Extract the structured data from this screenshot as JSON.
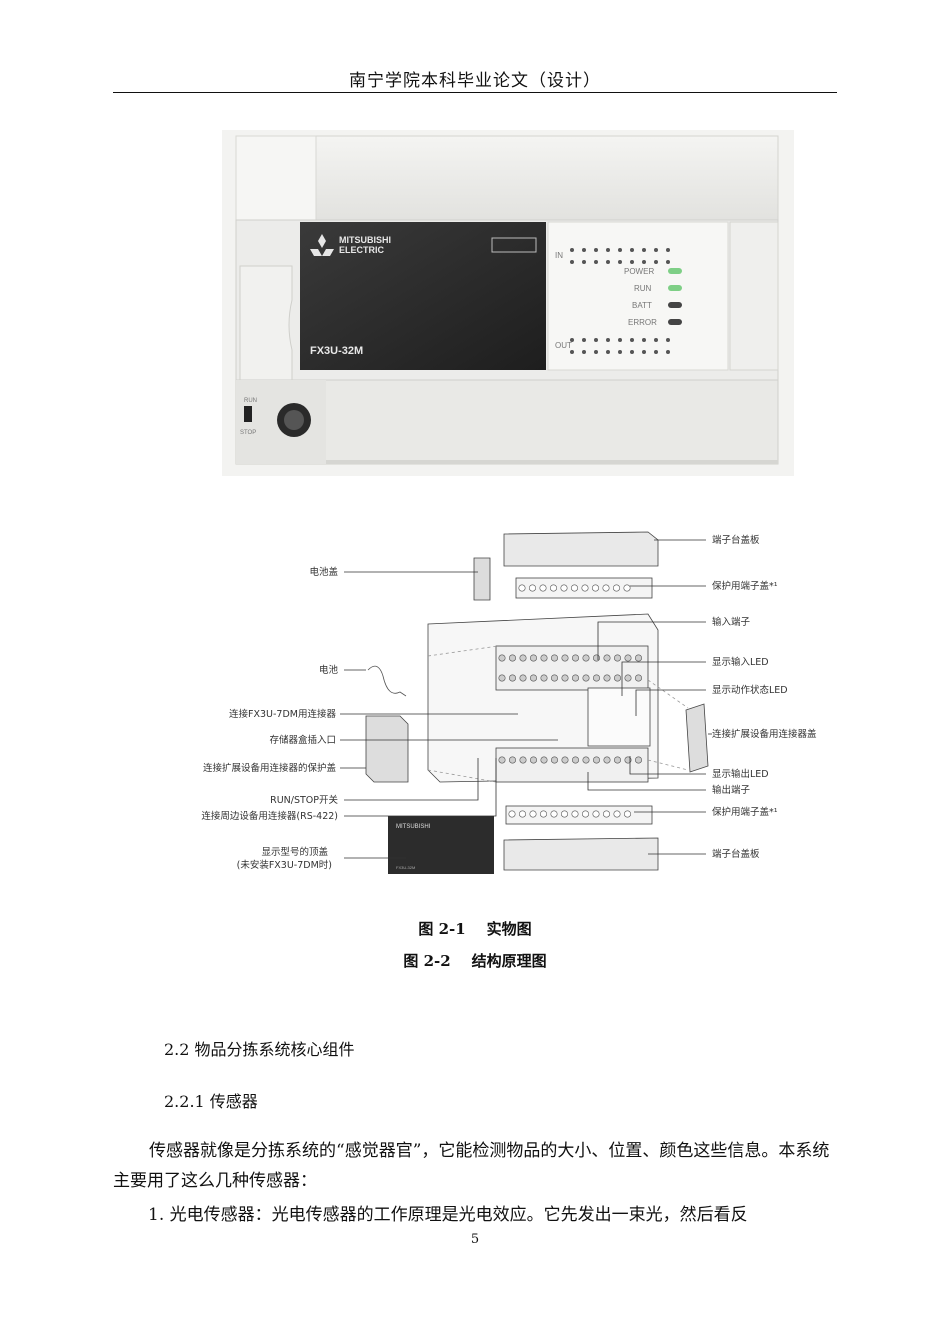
{
  "header": {
    "title": "南宁学院本科毕业论文（设计）"
  },
  "figure1": {
    "model_label": "FX3U-32M",
    "brand_line1": "MITSUBISHI",
    "brand_line2": "ELECTRIC",
    "panel_in": "IN",
    "panel_out": "OUT",
    "led_power": "POWER",
    "led_run": "RUN",
    "led_batt": "BATT",
    "led_error": "ERROR",
    "switch_run": "RUN",
    "switch_stop": "STOP",
    "colors": {
      "body": "#ececea",
      "front_panel": "#2c2c2c",
      "led_green": "#7ecf86"
    }
  },
  "figure2": {
    "labels": {
      "battery_cover": "电池盖",
      "battery": "电池",
      "fx3u_7dm_connector": "连接FX3U-7DM用连接器",
      "memory_slot": "存储器盒插入口",
      "ext_connector_cover": "连接扩展设备用连接器的保护盖",
      "run_stop_switch": "RUN/STOP开关",
      "rs422_connector": "连接周边设备用连接器(RS-422)",
      "top_cover_line1": "显示型号的顶盖",
      "top_cover_line2": "(未安装FX3U-7DM时)",
      "terminal_block_cover_top": "端子台盖板",
      "protect_cover_top": "保护用端子盖*¹",
      "input_terminal": "输入端子",
      "input_led": "显示输入LED",
      "status_led": "显示动作状态LED",
      "ext_device_cover": "连接扩展设备用连接器盖",
      "output_led": "显示输出LED",
      "output_terminal": "输出端子",
      "protect_cover_bottom": "保护用端子盖*¹",
      "terminal_block_cover_bottom": "端子台盖板"
    },
    "brand": "MITSUBISHI",
    "module_tag": "FX3U-32M"
  },
  "captions": {
    "fig1": "图 2-1    实物图",
    "fig2": "图 2-2    结构原理图"
  },
  "sections": {
    "s2_2": "2.2 物品分拣系统核心组件",
    "s2_2_1": "2.2.1 传感器"
  },
  "body": {
    "para1": "传感器就像是分拣系统的“感觉器官”，它能检测物品的大小、位置、颜色这些信息。本系统主要用了这么几种传感器：",
    "item1": "1.  光电传感器：光电传感器的工作原理是光电效应。它先发出一束光，然后看反"
  },
  "page_number": "5"
}
